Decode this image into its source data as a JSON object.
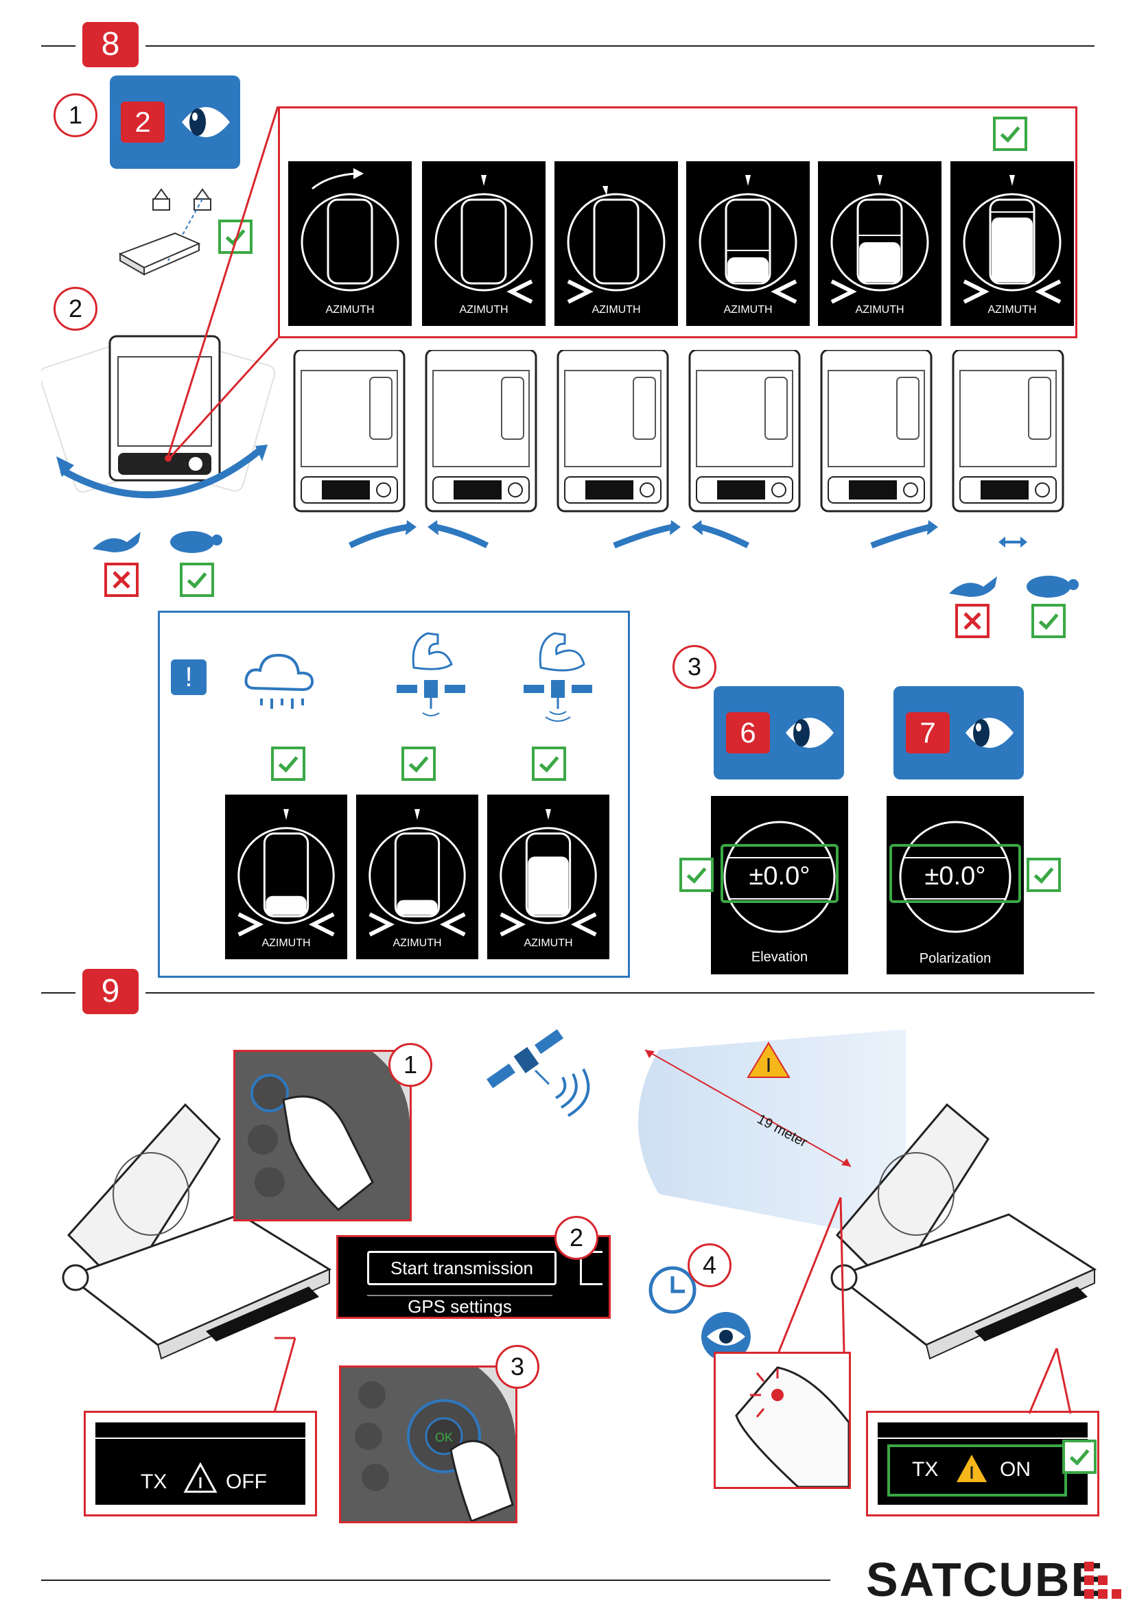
{
  "step8": {
    "badge": "8",
    "sub1": "1",
    "sub2": "2",
    "sub3": "3",
    "eye_badge_1": "2",
    "eye_badge_6": "6",
    "eye_badge_7": "7",
    "azimuth_label": "AZIMUTH",
    "info_mark": "!",
    "elevation": {
      "value": "±0.0°",
      "label": "Elevation"
    },
    "polarization": {
      "value": "±0.0°",
      "label": "Polarization"
    }
  },
  "step9": {
    "badge": "9",
    "sub1": "1",
    "sub2": "2",
    "sub3": "3",
    "sub4": "4",
    "menu_item_selected": "Start transmission",
    "menu_item_next": "GPS settings",
    "tx_off": {
      "tx": "TX",
      "state": "OFF"
    },
    "tx_on": {
      "tx": "TX",
      "state": "ON"
    },
    "distance_label": "19 meter",
    "ok_label": "OK"
  },
  "brand": "SATCUBE",
  "icons": [
    "eye-icon",
    "check-icon",
    "x-icon",
    "hare-icon",
    "tortoise-icon",
    "cloud-rain-icon",
    "satellite-icon",
    "clock-icon",
    "warning-radiation-icon",
    "hand-icon"
  ],
  "colors": {
    "red": "#d8272e",
    "blue": "#2e78bf",
    "green": "#3aa845",
    "yellow": "#f6b71a"
  }
}
